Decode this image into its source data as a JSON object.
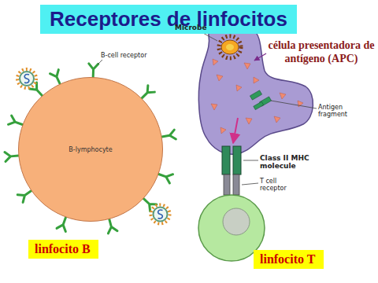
{
  "diagram": {
    "title": "Receptores de linfocitos",
    "nodes": [
      {
        "text": [
          "célula presentadora de antígeno (APC)"
        ]
      },
      {
        "text": [
          "B-lymphocyte"
        ]
      },
      {
        "text": [
          "linfocito B"
        ]
      },
      {
        "text": [
          "linfocito T"
        ]
      }
    ],
    "labels": [
      "Microbe",
      "B-cell receptor",
      "Antigen fragment",
      "Class II MHC molecule",
      "T cell receptor"
    ]
  }
}
